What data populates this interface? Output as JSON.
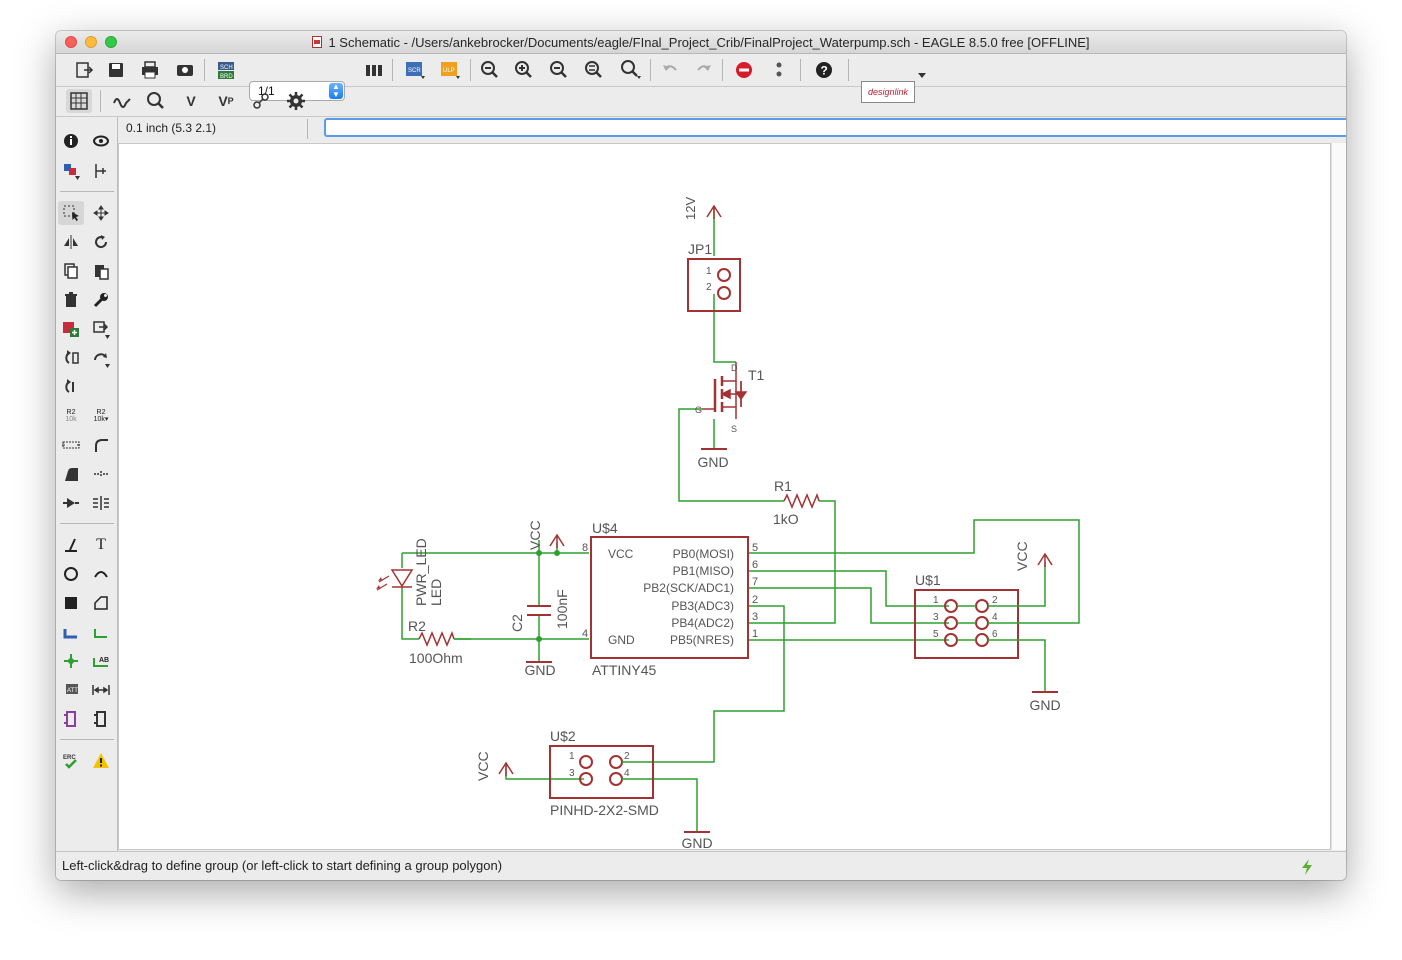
{
  "window": {
    "title": "1 Schematic - /Users/ankebrocker/Documents/eagle/FInal_Project_Crib/FinalProject_Waterpump.sch - EAGLE 8.5.0 free [OFFLINE]"
  },
  "toolbar": {
    "page_value": "1/1",
    "design_link_label": "designlink"
  },
  "coordbar": {
    "grid_readout": "0.1 inch (5.3 2.1)",
    "command_value": ""
  },
  "schematic": {
    "colors": {
      "wire": "#2fa02f",
      "part": "#a33333",
      "text": "#555555"
    },
    "jp1": {
      "name": "JP1",
      "pin1": "1",
      "pin2": "2"
    },
    "supply_12v": "12V",
    "t1": {
      "name": "T1",
      "d": "D",
      "g": "G",
      "s": "S"
    },
    "gnd": "GND",
    "vcc": "VCC",
    "r1": {
      "name": "R1",
      "value": "1kO"
    },
    "r2": {
      "name": "R2",
      "value": "100Ohm"
    },
    "led": {
      "name": "PWR_LED",
      "value": "LED"
    },
    "c2": {
      "name": "C2",
      "value": "100nF"
    },
    "u4": {
      "name": "U$4",
      "value": "ATTINY45",
      "pins_left": [
        {
          "num": "8",
          "label": "VCC"
        },
        {
          "num": "4",
          "label": "GND"
        }
      ],
      "pins_right": [
        {
          "num": "5",
          "label": "PB0(MOSI)"
        },
        {
          "num": "6",
          "label": "PB1(MISO)"
        },
        {
          "num": "7",
          "label": "PB2(SCK/ADC1)"
        },
        {
          "num": "2",
          "label": "PB3(ADC3)"
        },
        {
          "num": "3",
          "label": "PB4(ADC2)"
        },
        {
          "num": "1",
          "label": "PB5(NRES)"
        }
      ]
    },
    "u1": {
      "name": "U$1",
      "pins": [
        "1",
        "2",
        "3",
        "4",
        "5",
        "6"
      ]
    },
    "u2": {
      "name": "U$2",
      "value": "PINHD-2X2-SMD",
      "pins": [
        "1",
        "2",
        "3",
        "4"
      ]
    }
  },
  "status": {
    "message": "Left-click&drag to define group (or left-click to start defining a group polygon)"
  }
}
